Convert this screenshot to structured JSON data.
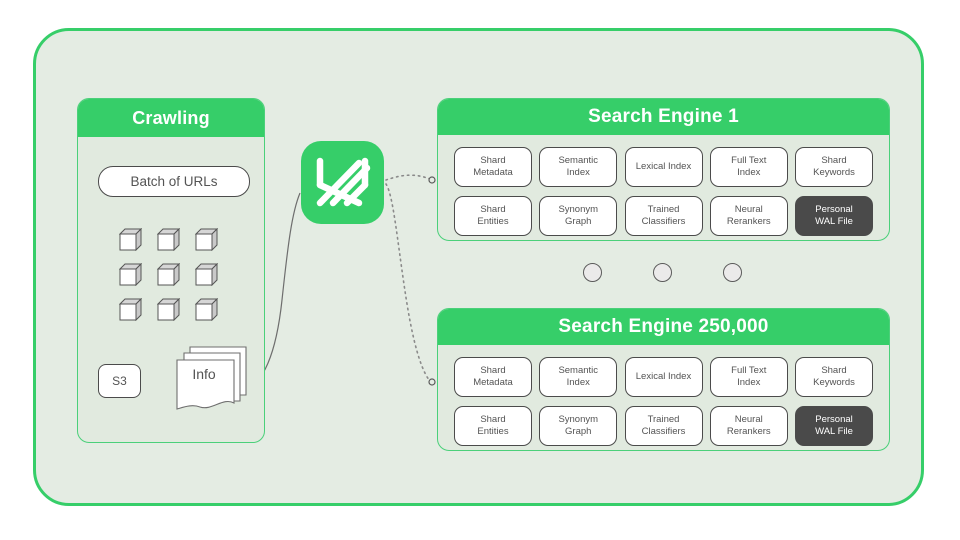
{
  "diagram": {
    "title_hidden": "",
    "accent_green": "#36ce69",
    "panel_fill": "#e1eadf",
    "frame_fill": "#e4ece3",
    "dark_chip": "#4a4a4a",
    "stroke": "#4b4b4b"
  },
  "crawling": {
    "header": "Crawling",
    "batch_label": "Batch of URLs",
    "s3_label": "S3",
    "info_label": "Info",
    "cube_count": 9,
    "cube_rows": 3,
    "cube_cols": 3
  },
  "logo": {
    "name": "striped-n-logo",
    "color": "#36ce69",
    "stripe_color": "#ffffff"
  },
  "ellipsis": {
    "circle_count": 3,
    "meaning": "more search engines"
  },
  "search_engines": [
    {
      "header": "Search Engine 1",
      "rows": [
        [
          {
            "label": "Shard\nMetadata",
            "dark": false
          },
          {
            "label": "Semantic\nIndex",
            "dark": false
          },
          {
            "label": "Lexical Index",
            "dark": false
          },
          {
            "label": "Full Text\nIndex",
            "dark": false
          },
          {
            "label": "Shard\nKeywords",
            "dark": false
          }
        ],
        [
          {
            "label": "Shard\nEntities",
            "dark": false
          },
          {
            "label": "Synonym\nGraph",
            "dark": false
          },
          {
            "label": "Trained\nClassifiers",
            "dark": false
          },
          {
            "label": "Neural\nRerankers",
            "dark": false
          },
          {
            "label": "Personal\nWAL File",
            "dark": true
          }
        ]
      ]
    },
    {
      "header": "Search Engine 250,000",
      "rows": [
        [
          {
            "label": "Shard\nMetadata",
            "dark": false
          },
          {
            "label": "Semantic\nIndex",
            "dark": false
          },
          {
            "label": "Lexical Index",
            "dark": false
          },
          {
            "label": "Full Text\nIndex",
            "dark": false
          },
          {
            "label": "Shard\nKeywords",
            "dark": false
          }
        ],
        [
          {
            "label": "Shard\nEntities",
            "dark": false
          },
          {
            "label": "Synonym\nGraph",
            "dark": false
          },
          {
            "label": "Trained\nClassifiers",
            "dark": false
          },
          {
            "label": "Neural\nRerankers",
            "dark": false
          },
          {
            "label": "Personal\nWAL File",
            "dark": true
          }
        ]
      ]
    }
  ],
  "connectors": {
    "batch_to_cube": "solid-curve",
    "cube_to_s3": "solid-curve",
    "cube_to_info": "solid-curve",
    "info_to_logo": "solid-curve",
    "logo_to_engine1": "dotted-curve",
    "logo_to_engine2": "dotted-curve"
  }
}
